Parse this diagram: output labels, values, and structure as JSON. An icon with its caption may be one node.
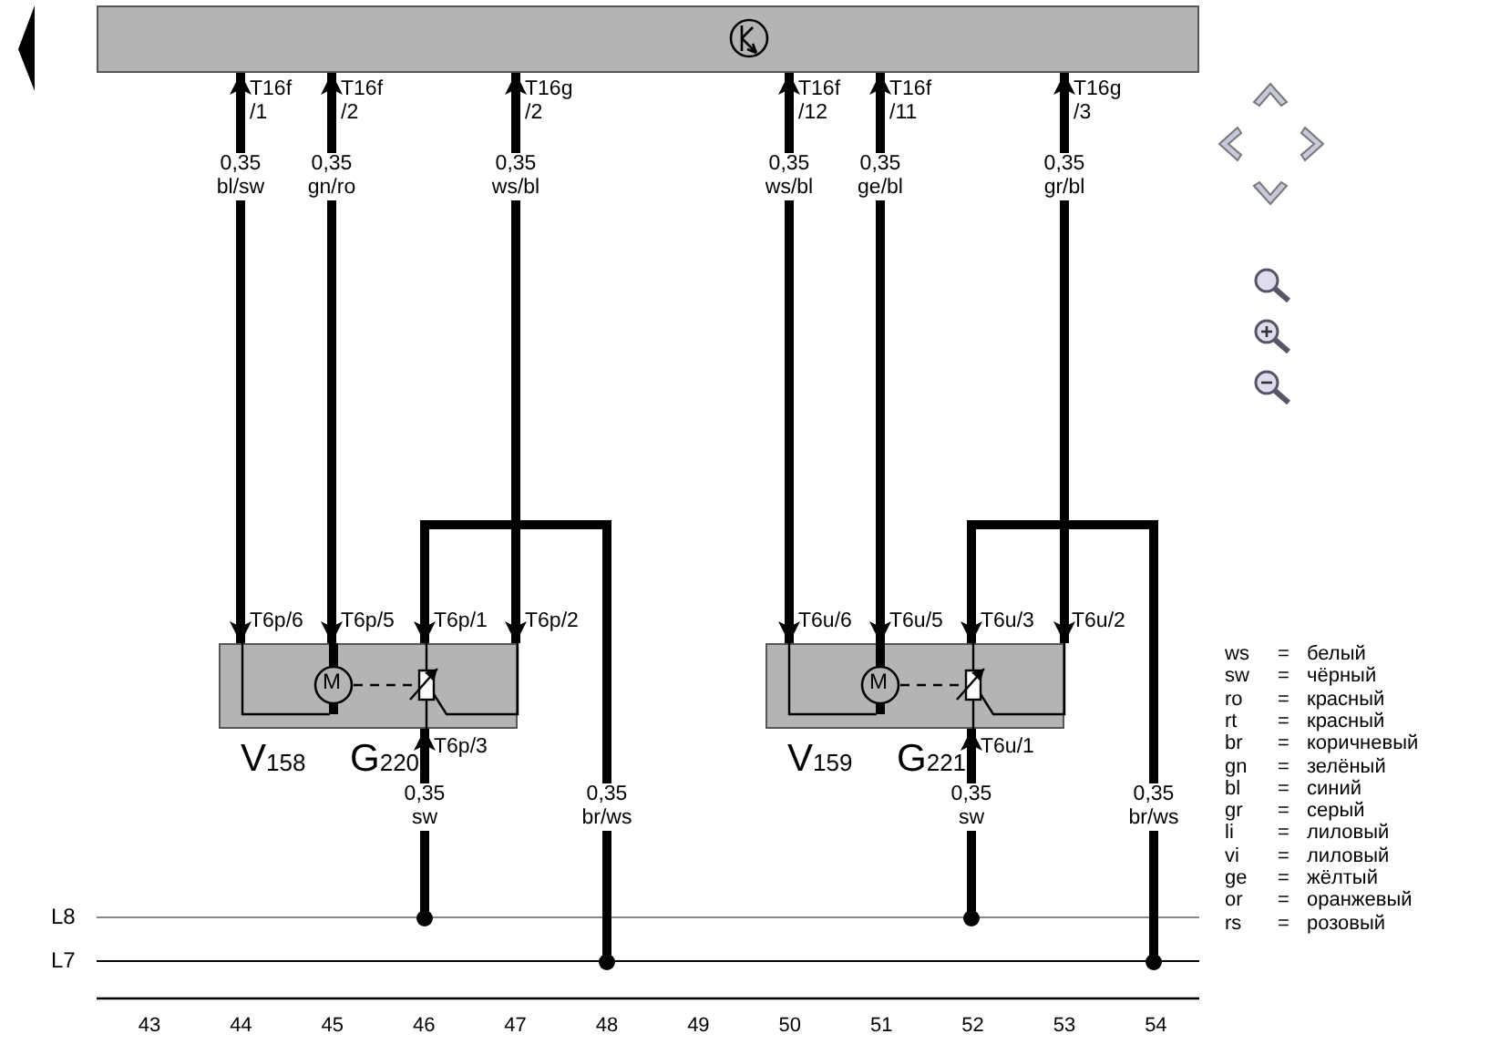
{
  "diagram": {
    "nodes": [
      {
        "text": [],
        "shape": "bar"
      },
      {
        "text": [],
        "shape": "box",
        "beside": [
          "V$_{158}$",
          "G$_{220}$"
        ]
      },
      {
        "text": [],
        "shape": "box",
        "beside": [
          "V$_{159}$",
          "G$_{221}$"
        ]
      },
      {
        "text": [
          "L8"
        ]
      },
      {
        "text": [
          "L7"
        ]
      }
    ],
    "edges": [
      {
        "from": 0,
        "to": 1,
        "arrow": "both",
        "label": "0,35 bl/sw"
      },
      {
        "from": 0,
        "to": 1,
        "arrow": "both",
        "label": "0,35 gn/ro"
      },
      {
        "from": 0,
        "to": 1,
        "arrow": "both",
        "label": "0,35 ws/bl"
      },
      {
        "from": 0,
        "to": 2,
        "arrow": "both",
        "label": "0,35 ws/bl"
      },
      {
        "from": 0,
        "to": 2,
        "arrow": "both",
        "label": "0,35 ge/bl"
      },
      {
        "from": 0,
        "to": 2,
        "arrow": "both",
        "label": "0,35 gr/bl"
      },
      {
        "from": 3,
        "to": 1,
        "arrow": "to",
        "label": "0,35 sw"
      },
      {
        "from": 4,
        "to": 1,
        "arrow": "to",
        "label": "0,35 br/ws"
      },
      {
        "from": 3,
        "to": 2,
        "arrow": "to",
        "label": "0,35 sw"
      },
      {
        "from": 4,
        "to": 2,
        "arrow": "to",
        "label": "0,35 br/ws"
      }
    ],
    "labels": [
      "T16f /1",
      "T16f /2",
      "T16g /2",
      "T16f /12",
      "T16f /11",
      "T16g /3",
      "T6p/6",
      "T6p/5",
      "T6p/1",
      "T6p/2",
      "T6u/6",
      "T6u/5",
      "T6u/3",
      "T6u/2",
      "M",
      "M",
      "T6p/3",
      "T6u/1",
      "ws",
      "=",
      "белый",
      "sw",
      "=",
      "чёрный",
      "ro",
      "=",
      "красный",
      "rt",
      "=",
      "красный",
      "br",
      "=",
      "коричневый",
      "gn",
      "=",
      "зелёный",
      "bl",
      "=",
      "синий",
      "gr",
      "=",
      "серый",
      "li",
      "=",
      "лиловый",
      "vi",
      "=",
      "лиловый",
      "ge",
      "=",
      "жёлтый",
      "or",
      "=",
      "оранжевый",
      "rs",
      "=",
      "розовый",
      "43",
      "44",
      "45",
      "46",
      "47",
      "48",
      "49",
      "50",
      "51",
      "52",
      "53",
      "54"
    ]
  }
}
